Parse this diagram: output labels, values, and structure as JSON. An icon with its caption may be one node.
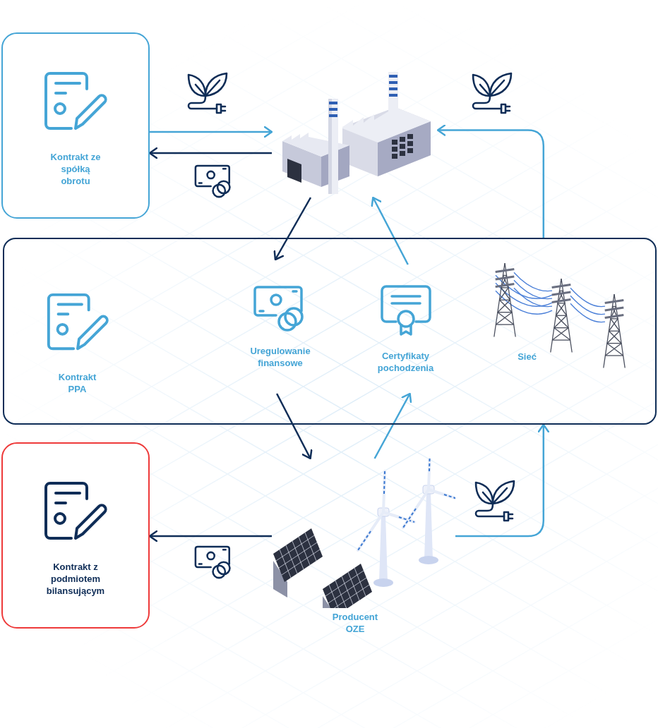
{
  "diagram": {
    "nodes": [
      {
        "text": [
          "Kontrakt ze spółką obrotu"
        ]
      },
      {
        "text": [],
        "shape": "picture"
      },
      {
        "text": [],
        "shape": "box"
      },
      {
        "text": [
          "Kontrakt PPA"
        ],
        "in": 2
      },
      {
        "text": [
          "Uregulowanie finansowe"
        ],
        "in": 2
      },
      {
        "text": [
          "Certyfikaty pochodzenia"
        ],
        "in": 2
      },
      {
        "text": [
          "Sieć"
        ],
        "in": 2
      },
      {
        "text": [
          "Kontrakt z podmiotem bilansującym"
        ]
      },
      {
        "text": [
          "Producent OZE"
        ]
      }
    ],
    "edges": [
      {
        "from": 0,
        "to": 1,
        "arrow": "to"
      },
      {
        "from": 1,
        "to": 0,
        "arrow": "to",
        "color": "#0f2d57"
      },
      {
        "from": 1,
        "to": 4,
        "arrow": "to",
        "color": "#0f2d57"
      },
      {
        "from": 5,
        "to": 1,
        "arrow": "to"
      },
      {
        "from": 2,
        "to": 1,
        "arrow": "to"
      },
      {
        "from": 4,
        "to": 8,
        "arrow": "to",
        "color": "#0f2d57"
      },
      {
        "from": 8,
        "to": 5,
        "arrow": "to"
      },
      {
        "from": 8,
        "to": 7,
        "arrow": "to",
        "color": "#0f2d57"
      },
      {
        "from": 8,
        "to": 2,
        "arrow": "to"
      }
    ]
  }
}
